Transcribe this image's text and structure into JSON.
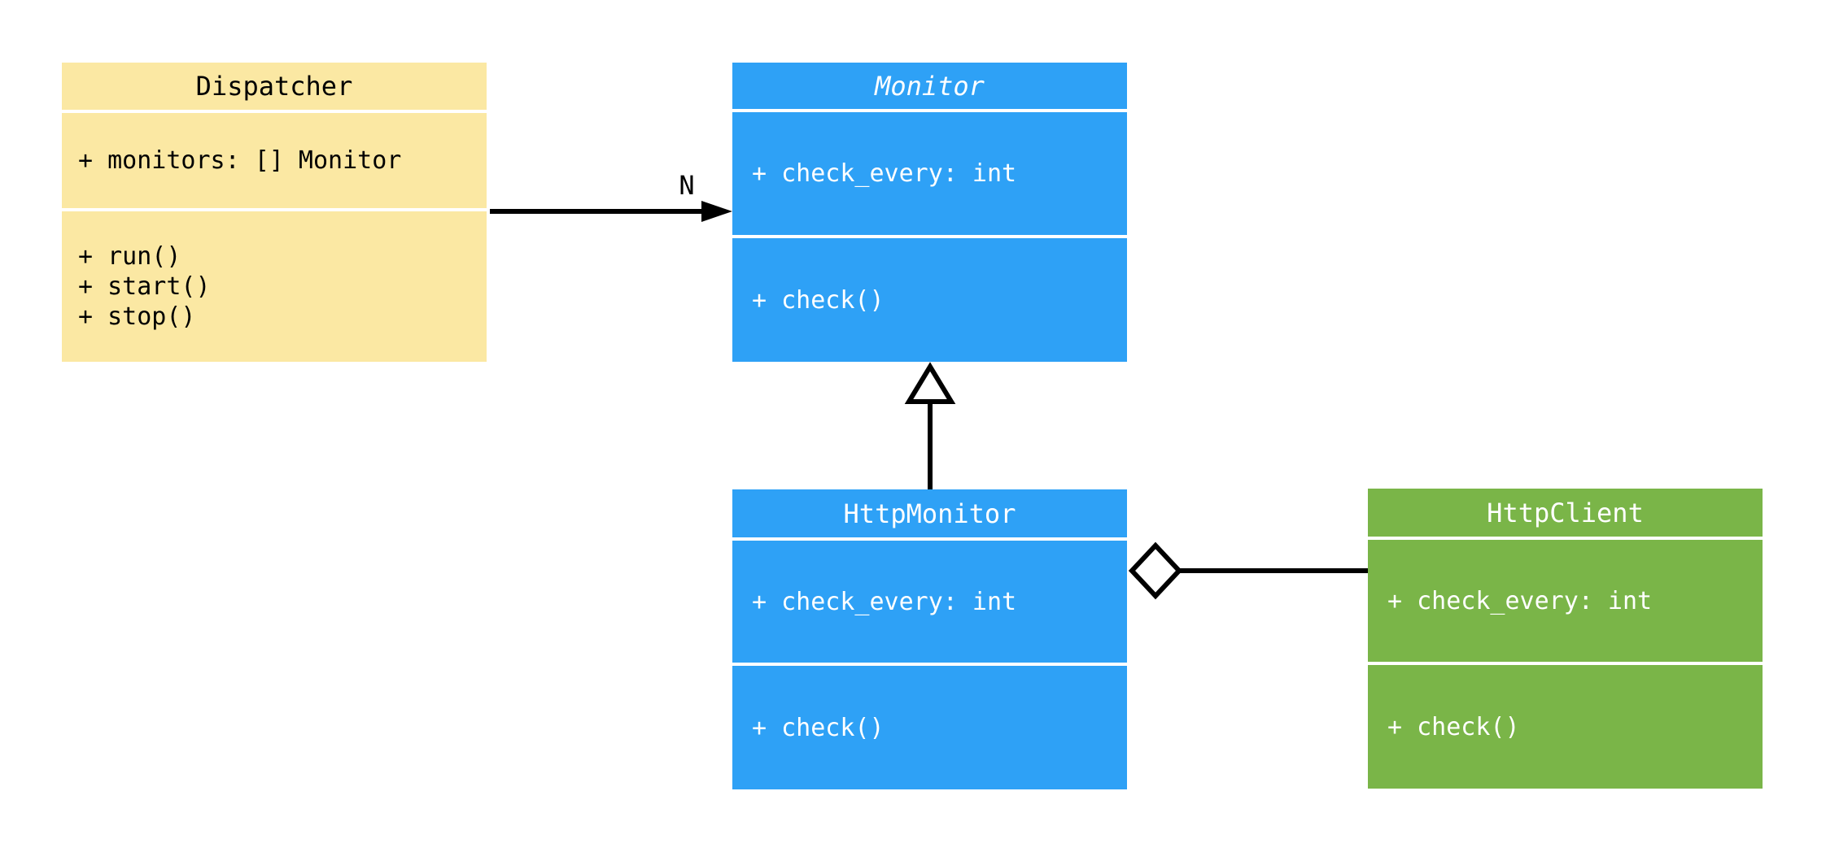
{
  "diagram": {
    "background": "#ffffff",
    "connector_color": "#000000",
    "classes": [
      {
        "name": "Dispatcher",
        "abstract": false,
        "fill": "#fbe8a3",
        "ink": "#000000",
        "attributes": [
          "+ monitors: [] Monitor"
        ],
        "methods": [
          "+ run()",
          "+ start()",
          "+ stop()"
        ]
      },
      {
        "name": "Monitor",
        "abstract": true,
        "fill": "#2ea1f6",
        "ink": "#ffffff",
        "attributes": [
          "+ check_every: int"
        ],
        "methods": [
          "+ check()"
        ]
      },
      {
        "name": "HttpMonitor",
        "abstract": false,
        "fill": "#2ea1f6",
        "ink": "#ffffff",
        "attributes": [
          "+ check_every: int"
        ],
        "methods": [
          "+ check()"
        ]
      },
      {
        "name": "HttpClient",
        "abstract": false,
        "fill": "#7ab548",
        "ink": "#ffffff",
        "attributes": [
          "+ check_every: int"
        ],
        "methods": [
          "+ check()"
        ]
      }
    ],
    "relations": [
      {
        "type": "association",
        "from": "Dispatcher",
        "to": "Monitor",
        "label": "N"
      },
      {
        "type": "inheritance",
        "from": "HttpMonitor",
        "to": "Monitor",
        "label": ""
      },
      {
        "type": "aggregation",
        "from": "HttpMonitor",
        "to": "HttpClient",
        "label": ""
      }
    ]
  }
}
